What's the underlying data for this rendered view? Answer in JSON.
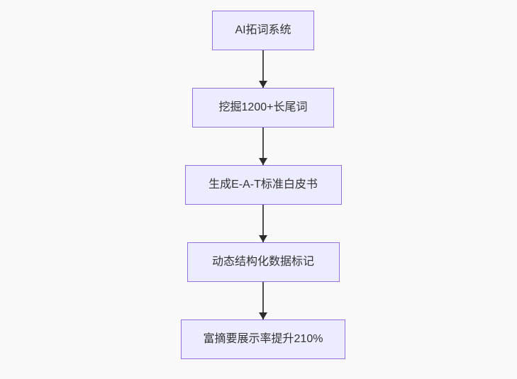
{
  "diagram": {
    "type": "flowchart-top-down",
    "nodes": [
      {
        "id": "node-1",
        "label": "AI拓词系统"
      },
      {
        "id": "node-2",
        "label": "挖掘1200+长尾词"
      },
      {
        "id": "node-3",
        "label": "生成E-A-T标准白皮书"
      },
      {
        "id": "node-4",
        "label": "动态结构化数据标记"
      },
      {
        "id": "node-5",
        "label": "富摘要展示率提升210%"
      }
    ],
    "edges": [
      {
        "from": 1,
        "to": 2,
        "style": "arrow-down"
      },
      {
        "from": 2,
        "to": 3,
        "style": "arrow-down"
      },
      {
        "from": 3,
        "to": 4,
        "style": "arrow-down"
      },
      {
        "from": 4,
        "to": 5,
        "style": "arrow-down"
      }
    ],
    "colors": {
      "background": "#f9f9f9",
      "node_fill": "#ECECFF",
      "node_border": "#9370DB",
      "text": "#333333",
      "arrow_line": "#4d4d4d",
      "arrow_head": "#2b2b2b"
    }
  }
}
